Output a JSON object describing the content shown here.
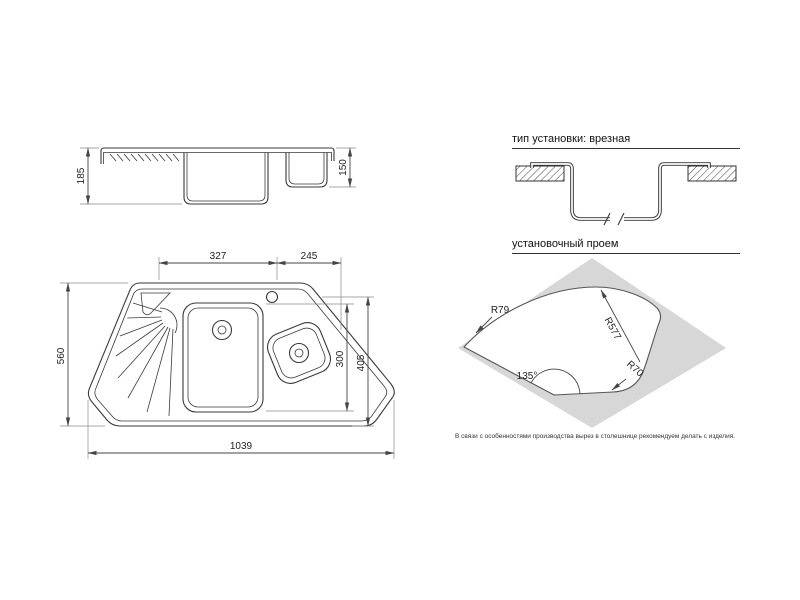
{
  "page": {
    "background": "#ffffff",
    "line_color": "#3a3a3a",
    "countertop_fill": "#d7d7d7"
  },
  "side_view": {
    "height": "185",
    "small_bowl_depth": "150"
  },
  "top_view": {
    "main_section_width": "327",
    "right_section_width": "245",
    "overall_depth": "560",
    "bowl_depth": "300",
    "right_depth": "405",
    "overall_width": "1039"
  },
  "installation_type": {
    "title": "тип установки: врезная"
  },
  "installation_opening": {
    "title": "установочный проем",
    "radius_small": "R79",
    "radius_large": "R577",
    "radius_corner": "R70",
    "angle": "135°",
    "note": "В связи с особенностями производства вырез в столешнице рекомендуем делать с изделия."
  }
}
